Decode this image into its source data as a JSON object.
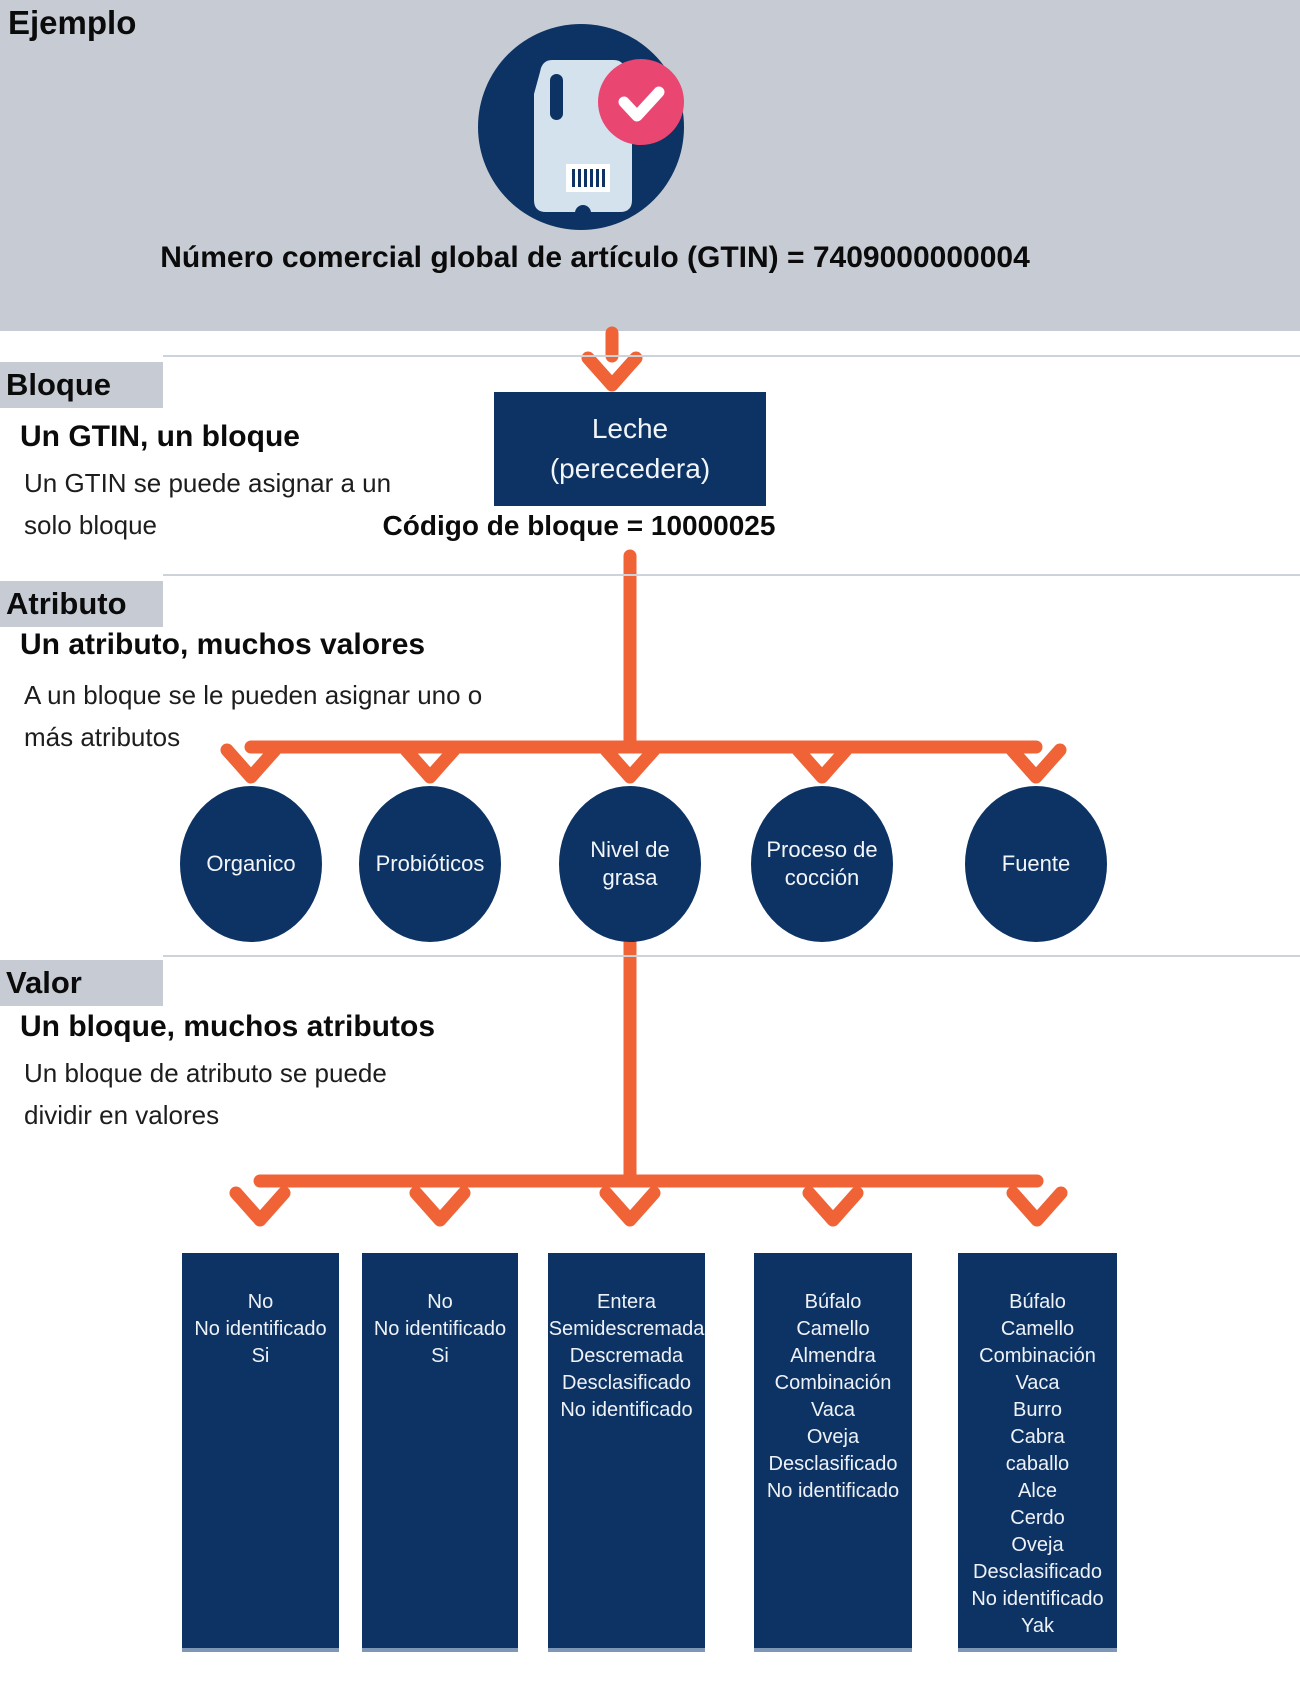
{
  "header": {
    "section_label": "Ejemplo",
    "gtin_line": "Número comercial global de artículo (GTIN) = 7409000000004",
    "icon": "milk-carton-with-checkmark-icon"
  },
  "bloque": {
    "label": "Bloque",
    "heading": "Un GTIN, un bloque",
    "description": "Un GTIN se puede asignar a un solo bloque",
    "node_lines": [
      "Leche",
      "(perecedera)"
    ],
    "code_line": "Código de bloque = 10000025"
  },
  "atributo": {
    "label": "Atributo",
    "heading": "Un atributo, muchos valores",
    "description": "A un bloque se le pueden asignar uno o más atributos",
    "attributes": [
      "Organico",
      "Probióticos",
      "Nivel de grasa",
      "Proceso de cocción",
      "Fuente"
    ]
  },
  "valor": {
    "label": "Valor",
    "heading": "Un bloque, muchos atributos",
    "description": "Un bloque de atributo se puede dividir en valores",
    "value_lists": [
      [
        "No",
        "No identificado",
        "Si"
      ],
      [
        "No",
        "No identificado",
        "Si"
      ],
      [
        "Entera",
        "Semidescremada",
        "Descremada",
        "Desclasificado",
        "No identificado"
      ],
      [
        "Búfalo",
        "Camello",
        "Almendra",
        "Combinación",
        "Vaca",
        "Oveja",
        "Desclasificado",
        "No identificado"
      ],
      [
        "Búfalo",
        "Camello",
        "Combinación",
        "Vaca",
        "Burro",
        "Cabra",
        "caballo",
        "Alce",
        "Cerdo",
        "Oveja",
        "Desclasificado",
        "No identificado",
        "Yak"
      ]
    ]
  },
  "colors": {
    "navy": "#0d3364",
    "orange": "#ef6337",
    "pink": "#e94672",
    "header_gray": "#c7ccd4",
    "jug_blue": "#d4e2ee"
  }
}
